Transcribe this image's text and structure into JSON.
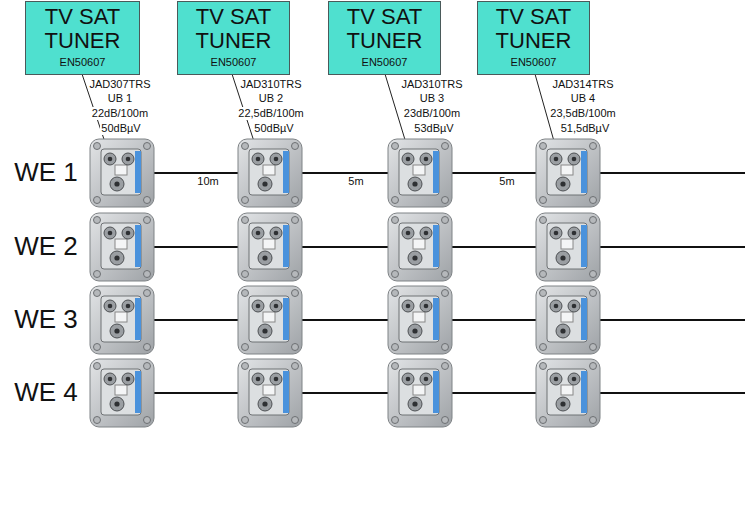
{
  "diagram": {
    "nodes": [
      {
        "text": [
          "TV SAT TUNER",
          "EN50607"
        ]
      },
      {
        "text": [
          "TV SAT TUNER",
          "EN50607"
        ]
      },
      {
        "text": [
          "TV SAT TUNER",
          "EN50607"
        ]
      },
      {
        "text": [
          "TV SAT TUNER",
          "EN50607"
        ]
      }
    ],
    "labels": [
      "JAD307TRS",
      "UB 1",
      "22dB/100m",
      "50dBµV",
      "JAD310TRS",
      "UB 2",
      "22,5dB/100m",
      "50dBµV",
      "JAD310TRS",
      "UB 3",
      "23dB/100m",
      "53dBµV",
      "JAD314TRS",
      "UB 4",
      "23,5dB/100m",
      "51,5dBµV",
      "WE 1",
      "10m",
      "5m",
      "5m",
      "WE 2",
      "WE 3",
      "WE 4"
    ]
  }
}
